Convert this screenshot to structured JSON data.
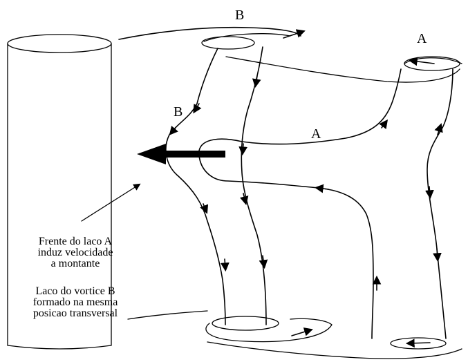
{
  "labels": {
    "loop_b_top": "B",
    "loop_a_top": "A",
    "leg_b": "B",
    "leg_a": "A"
  },
  "notes": {
    "front_note": [
      "Frente do laco A",
      "induz velocidade",
      "a montante"
    ],
    "loop_note": [
      "Laco do vortice B",
      "formado na mesma",
      "posicao transversal"
    ]
  }
}
